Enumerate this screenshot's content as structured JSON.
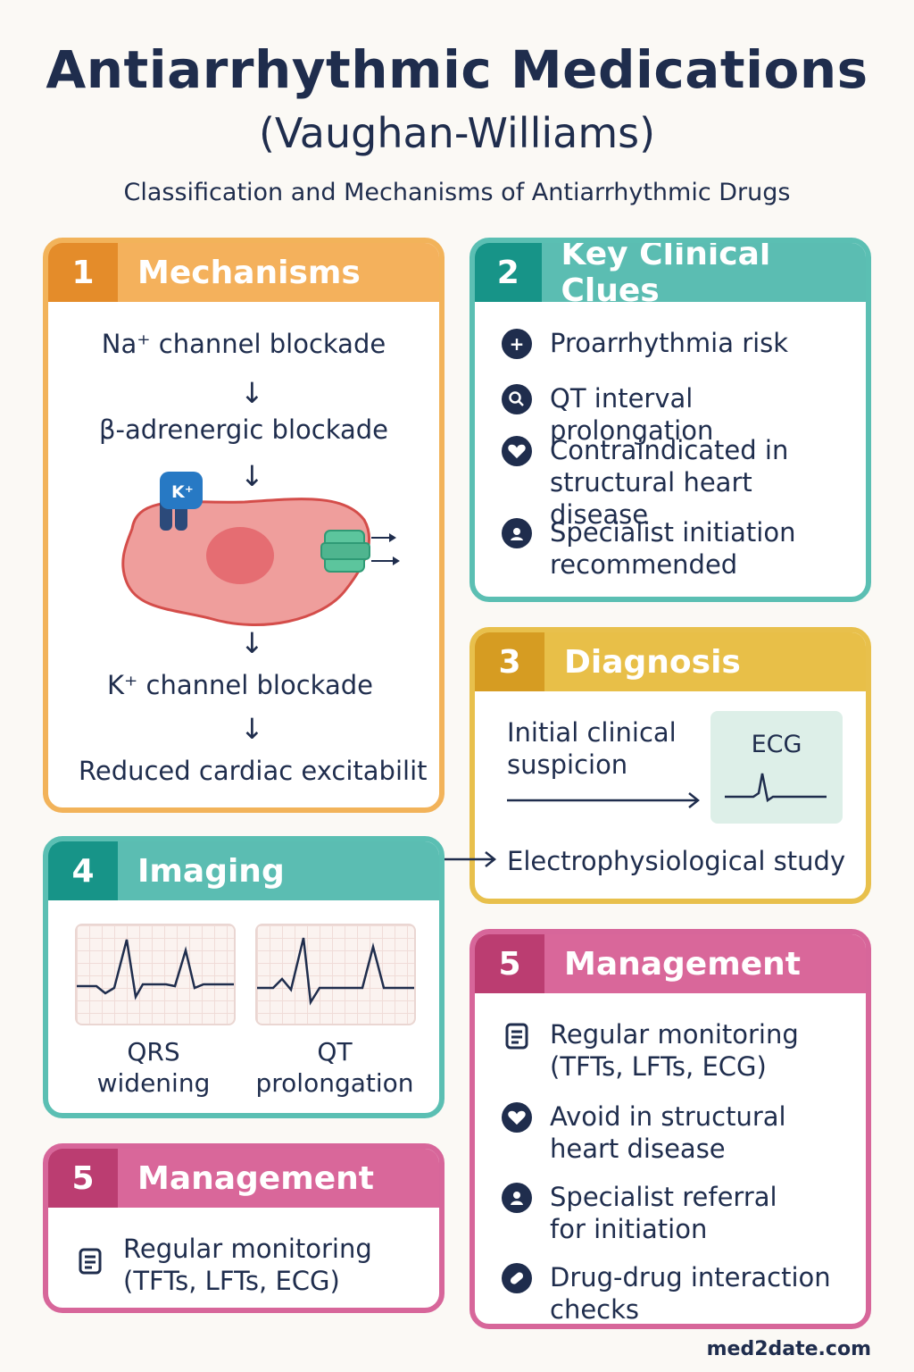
{
  "header": {
    "title": "Antiarrhythmic Medications",
    "title_line2": "(Vaughan-Williams)",
    "subtitle": "Classification and Mechanisms of Antiarrhythmic Drugs"
  },
  "colors": {
    "navy": "#1f2d4d",
    "orange": "#e48c2a",
    "teal": "#179488",
    "yellow": "#d69c22",
    "pink": "#bb3d71",
    "cell": "#ef9e9c",
    "channel_green": "#5cc59d",
    "potassium_blue": "#2779c4"
  },
  "mechanisms": {
    "number": "1",
    "title": "Mechanisms",
    "steps": [
      "Na⁺ channel blockade",
      "β-adrenergic blockade",
      "K⁺ channel blockade",
      "Reduced cardiac excitabilit"
    ],
    "arrow": "↓",
    "k_label": "K⁺"
  },
  "clinical_clues": {
    "number": "2",
    "title": "Key Clinical Clues",
    "items": [
      {
        "icon": "plus-icon",
        "text": "Proarrhythmia risk"
      },
      {
        "icon": "magnifier-icon",
        "text": "QT interval prolongation"
      },
      {
        "icon": "heart-icon",
        "text": "Contraindicated in structural heart disease"
      },
      {
        "icon": "specialist-icon",
        "text": "Specialist initiation recommended"
      }
    ]
  },
  "diagnosis": {
    "number": "3",
    "title": "Diagnosis",
    "initial": "Initial clinical suspicion",
    "ecg_label": "ECG",
    "study": "Electrophysiological study"
  },
  "imaging": {
    "number": "4",
    "title": "Imaging",
    "strips": [
      {
        "caption": "QRS widening"
      },
      {
        "caption": "QT prolongation"
      }
    ]
  },
  "management_right": {
    "number": "5",
    "title": "Management",
    "items": [
      {
        "icon": "clipboard-icon",
        "text": "Regular monitoring (TFTs, LFTs, ECG)"
      },
      {
        "icon": "heart-icon",
        "text": "Avoid in structural heart disease"
      },
      {
        "icon": "person-icon",
        "text": "Specialist referral for initiation"
      },
      {
        "icon": "pill-icon",
        "text": "Drug-drug interaction checks"
      }
    ]
  },
  "management_left": {
    "number": "5",
    "title": "Management",
    "items": [
      {
        "icon": "clipboard-icon",
        "text": "Regular monitoring (TFTs, LFTs, ECG)"
      }
    ]
  },
  "footer": "med2date.com"
}
